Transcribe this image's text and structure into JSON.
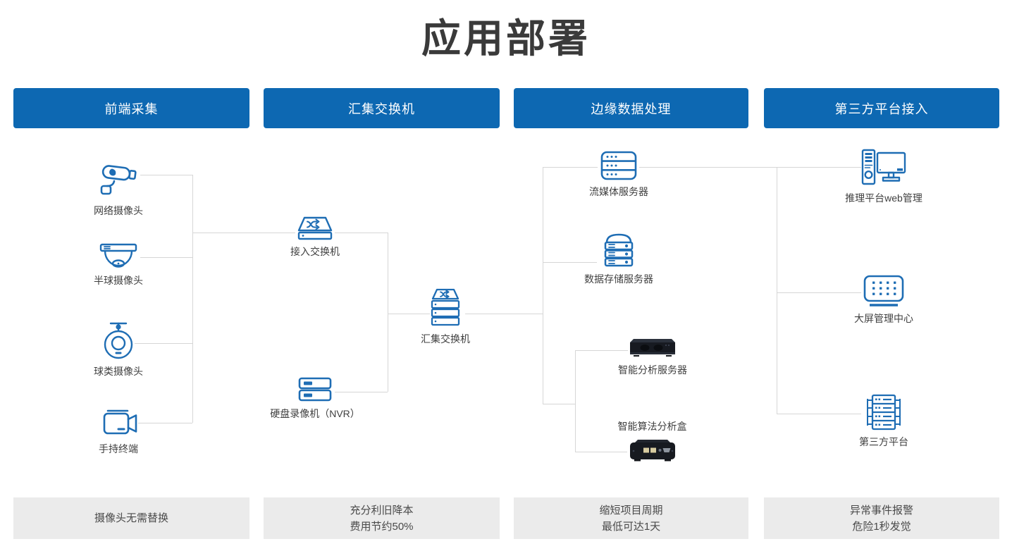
{
  "title": "应用部署",
  "colors": {
    "header_bg": "#0d68b2",
    "header_text": "#ffffff",
    "icon_blue": "#1e6db4",
    "connector": "#d6d6d6",
    "footer_bg": "#ebebeb",
    "footer_text": "#4a4a4a",
    "label_text": "#3f3f3f",
    "title_text": "#3a3a3a"
  },
  "headers": [
    {
      "label": "前端采集"
    },
    {
      "label": "汇集交换机"
    },
    {
      "label": "边缘数据处理"
    },
    {
      "label": "第三方平台接入"
    }
  ],
  "nodes": {
    "network_camera": {
      "label": "网络摄像头"
    },
    "dome_camera": {
      "label": "半球摄像头"
    },
    "ball_camera": {
      "label": "球类摄像头"
    },
    "handheld_terminal": {
      "label": "手持终端"
    },
    "access_switch": {
      "label": "接入交换机"
    },
    "nvr": {
      "label": "硬盘录像机（NVR）"
    },
    "aggregation_switch": {
      "label": "汇集交换机"
    },
    "streaming_server": {
      "label": "流媒体服务器"
    },
    "storage_server": {
      "label": "数据存储服务器"
    },
    "analysis_server": {
      "label": "智能分析服务器"
    },
    "algorithm_box": {
      "label": "智能算法分析盒"
    },
    "inference_platform": {
      "label": "推理平台web管理"
    },
    "big_screen": {
      "label": "大屏管理中心"
    },
    "third_party": {
      "label": "第三方平台"
    }
  },
  "footers": [
    {
      "lines": [
        "摄像头无需替换"
      ]
    },
    {
      "lines": [
        "充分利旧降本",
        "费用节约50%"
      ]
    },
    {
      "lines": [
        "缩短项目周期",
        "最低可达1天"
      ]
    },
    {
      "lines": [
        "异常事件报警",
        "危险1秒发觉"
      ]
    }
  ]
}
